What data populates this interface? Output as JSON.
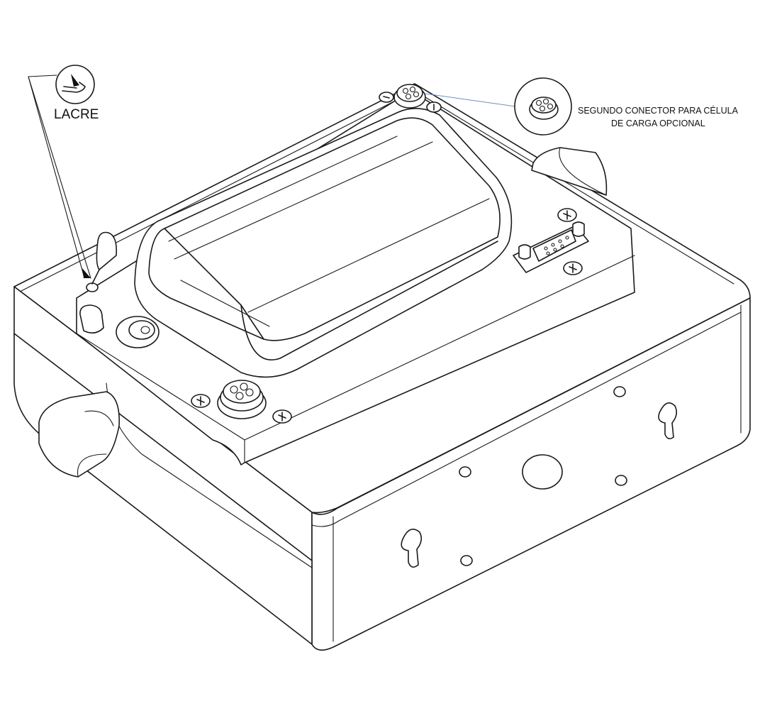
{
  "labels": {
    "lacre": "LACRE",
    "connector_line1": "SEGUNDO CONECTOR PARA CÉLULA",
    "connector_line2": "DE CARGA OPCIONAL"
  },
  "colors": {
    "line": "#1a1a1a",
    "leader_line": "#6f8fbf",
    "background": "#ffffff"
  },
  "icons": [
    "seal-icon",
    "connector-icon",
    "screw-icon",
    "db9-connector-icon",
    "keyhole-slot-icon"
  ]
}
